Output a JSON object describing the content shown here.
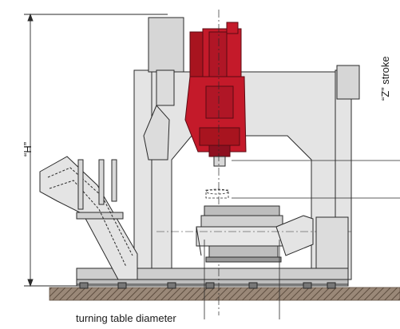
{
  "labels": {
    "height": "“H”",
    "z_stroke": "“Z” stroke",
    "table_diameter": "turning table diameter"
  },
  "colors": {
    "line": "#2a2a2a",
    "body_fill": "#e4e4e4",
    "body_dark": "#bdbdbd",
    "ram_red": "#c41a2a",
    "ram_dark": "#8e1020",
    "floor": "#7a6a5a"
  }
}
